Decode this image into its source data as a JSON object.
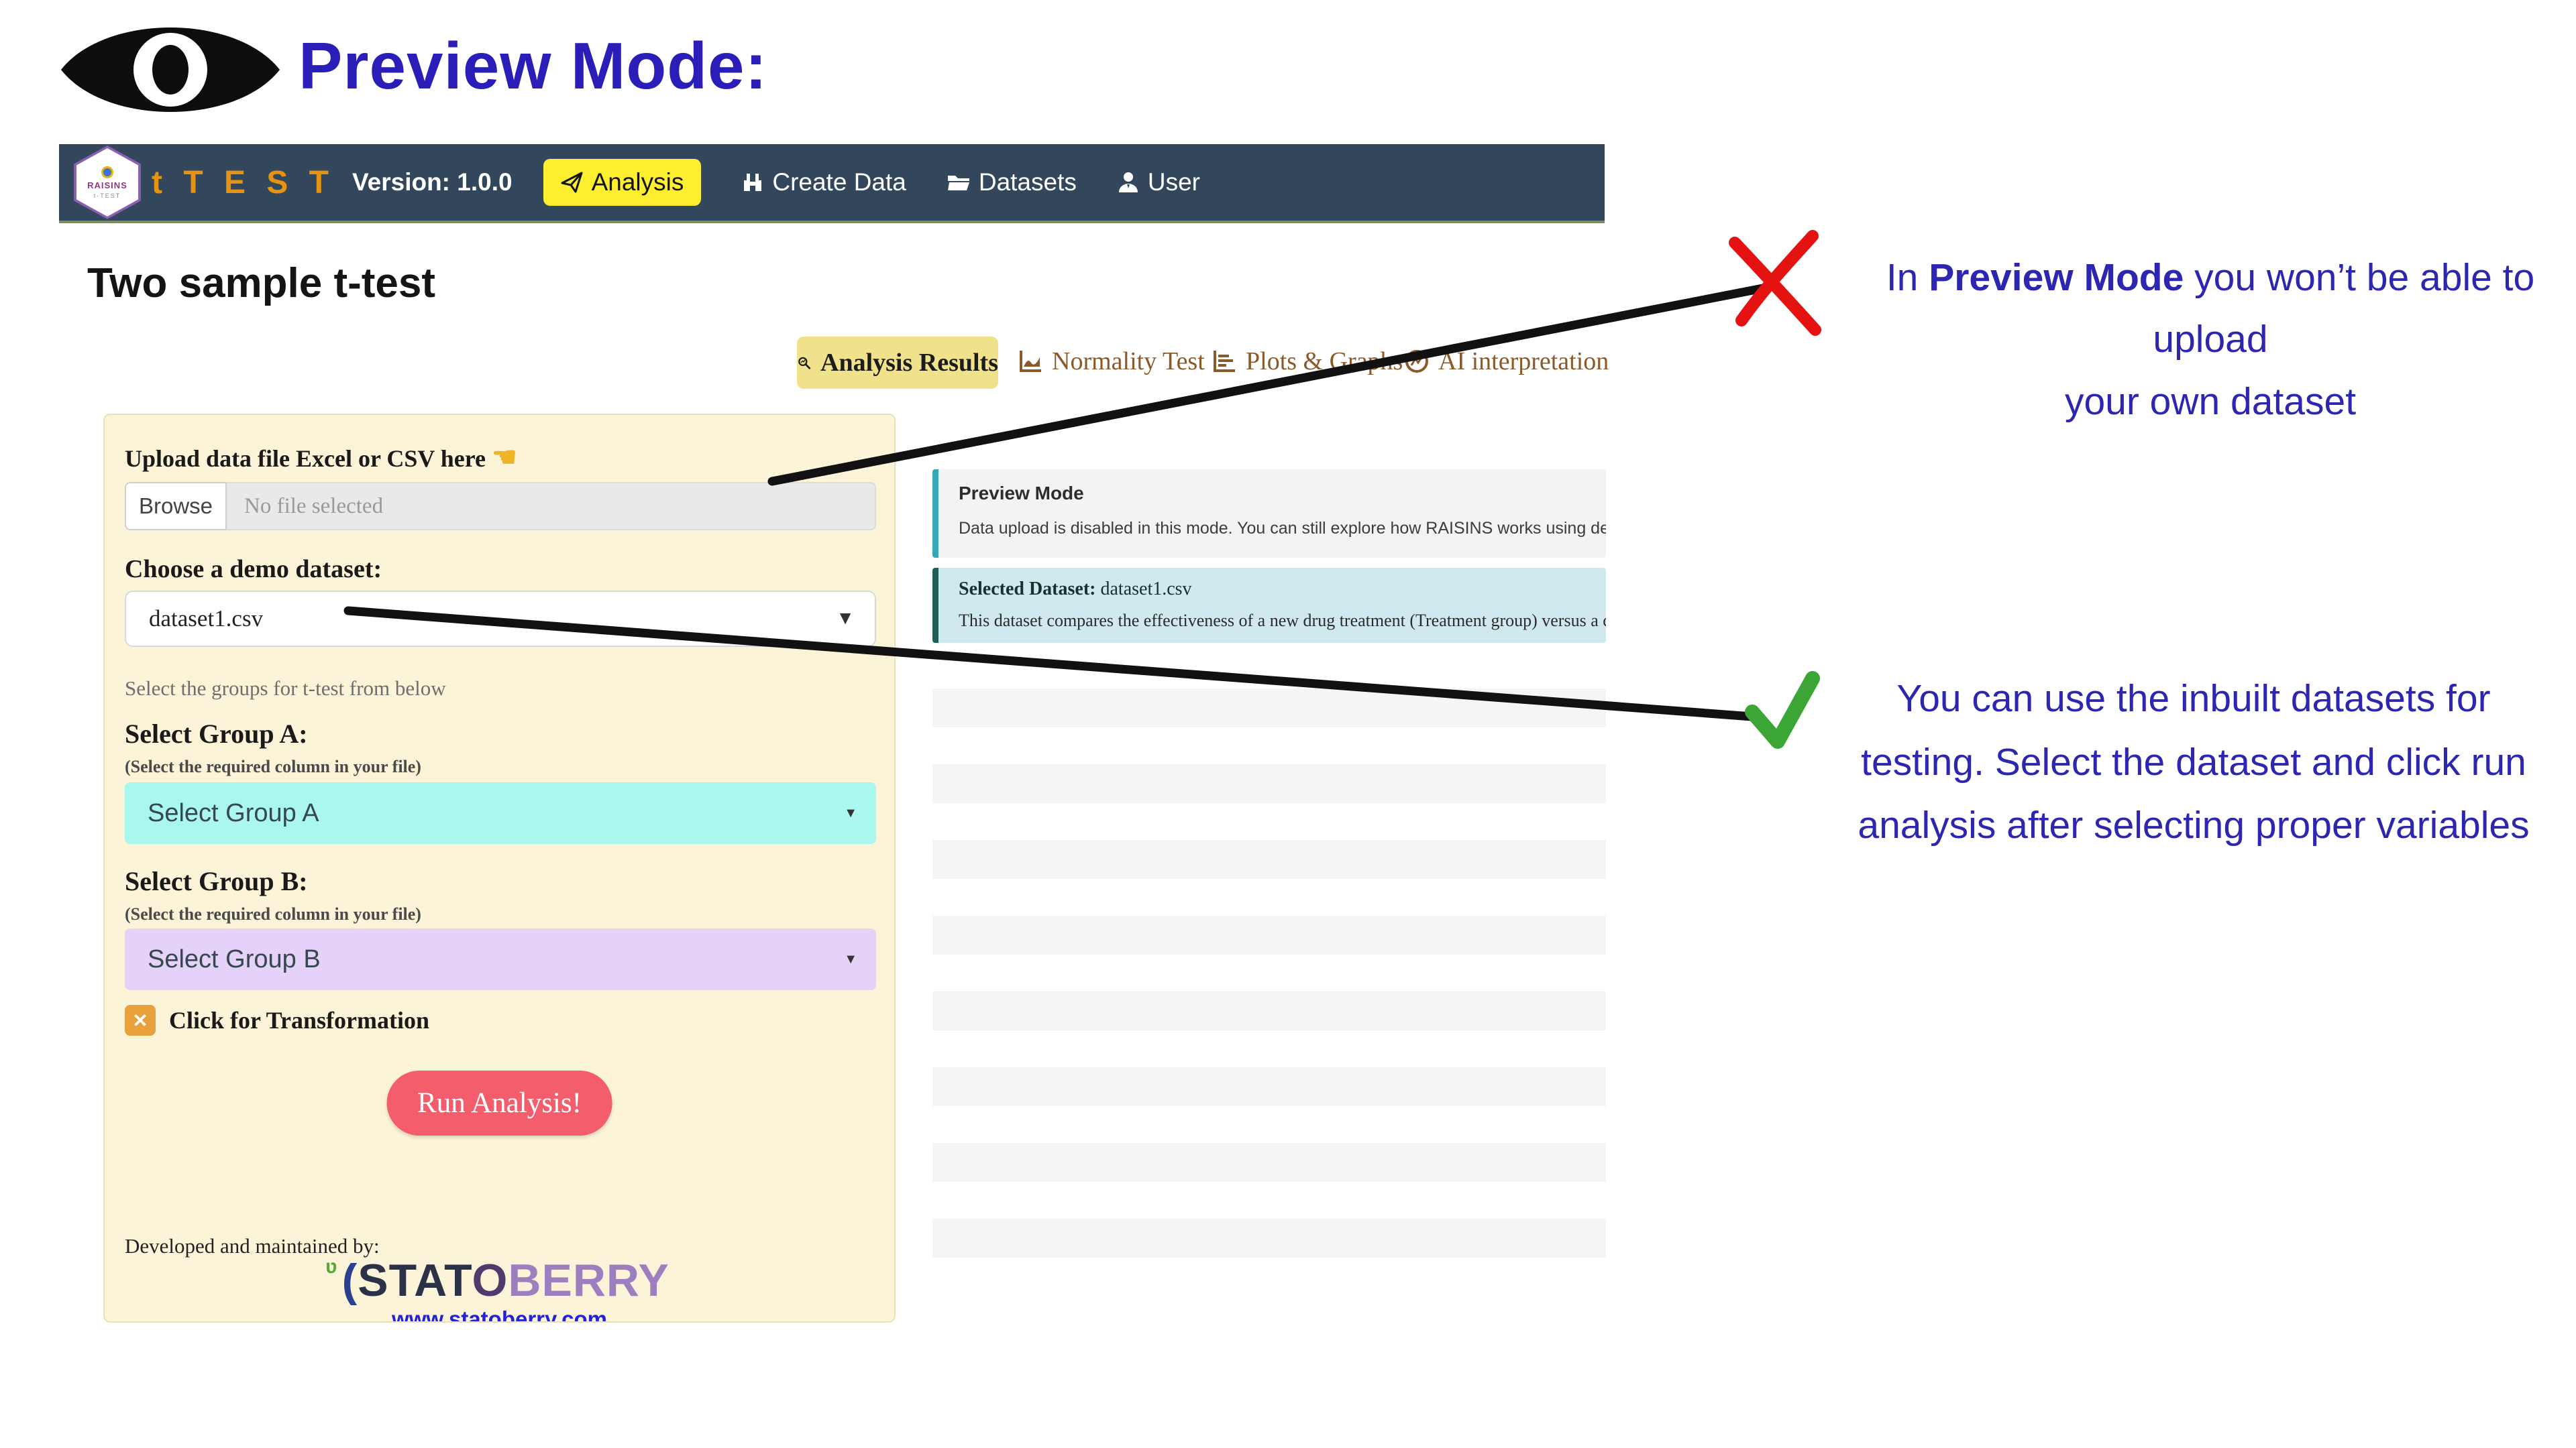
{
  "header": {
    "title": "Preview Mode:"
  },
  "navbar": {
    "logo_text": "RAISINS",
    "logo_sub": "t-TEST",
    "brand": "t T E S T",
    "version_label": "Version: 1.0.0",
    "items": [
      {
        "label": "Analysis"
      },
      {
        "label": "Create Data"
      },
      {
        "label": "Datasets"
      },
      {
        "label": "User"
      }
    ]
  },
  "page": {
    "heading": "Two sample t-test"
  },
  "tabs": [
    {
      "label": "Analysis Results",
      "active": true
    },
    {
      "label": "Normality Test",
      "active": false
    },
    {
      "label": "Plots & Graphs",
      "active": false
    },
    {
      "label": "AI interpretation",
      "active": false
    }
  ],
  "panel": {
    "upload_label": "Upload data file Excel or CSV here",
    "hand_icon": "☚",
    "browse_label": "Browse",
    "file_placeholder": "No file selected",
    "demo_label": "Choose a demo dataset:",
    "demo_selected": "dataset1.csv",
    "caret": "▾",
    "groups_note": "Select the groups for t-test from below",
    "group_a_label": "Select Group A:",
    "group_a_note": "(Select the required column in your file)",
    "group_a_value": "Select Group A",
    "group_b_label": "Select Group B:",
    "group_b_note": "(Select the required column in your file)",
    "group_b_value": "Select Group B",
    "transform_x": "✕",
    "transform_label": "Click for Transformation",
    "run_label": "Run Analysis!",
    "footer_label": "Developed and maintained by:",
    "logo": {
      "paren": "(",
      "stat": "STAT",
      "o": "O",
      "berry": "BERRY",
      "sprout": "ʋ"
    },
    "website": "www.statoberry.com"
  },
  "right": {
    "preview_box": {
      "title": "Preview Mode",
      "body": "Data upload is disabled in this mode. You can still explore how RAISINS works using demo datasets. Select a demo dataset, choos"
    },
    "dataset_box": {
      "label": "Selected Dataset:",
      "value": " dataset1.csv",
      "body": "This dataset compares the effectiveness of a new drug treatment (Treatment group) versus a control group (Control group) in reducing blo"
    }
  },
  "annotations": {
    "no_upload": {
      "prefix": "In ",
      "bold": "Preview Mode",
      "suffix": " you won’t be able to upload",
      "line2": "your own dataset"
    },
    "inbuilt": {
      "line1": "You can use the inbuilt datasets for",
      "line2": "testing. Select the dataset and click run",
      "line3": "analysis after selecting proper variables"
    }
  },
  "colors": {
    "navbar": "#33475c",
    "brand_orange": "#e8930f",
    "analysis_pill": "#fdee30",
    "active_tab": "#efe28a",
    "tab_text": "#8a5a2a",
    "panel_bg": "#fcf4d8",
    "select_a_bg": "#a9f7ef",
    "select_b_bg": "#e5d2f8",
    "run_button": "#f45e6c",
    "transform_orange": "#e9a13b",
    "preview_box_border": "#35a7b8",
    "dataset_box_bg": "#cfe9ee",
    "dataset_box_border": "#1f5e55",
    "annotation_blue": "#2d26b0",
    "cross_red": "#e51212",
    "check_green": "#3ba635"
  }
}
